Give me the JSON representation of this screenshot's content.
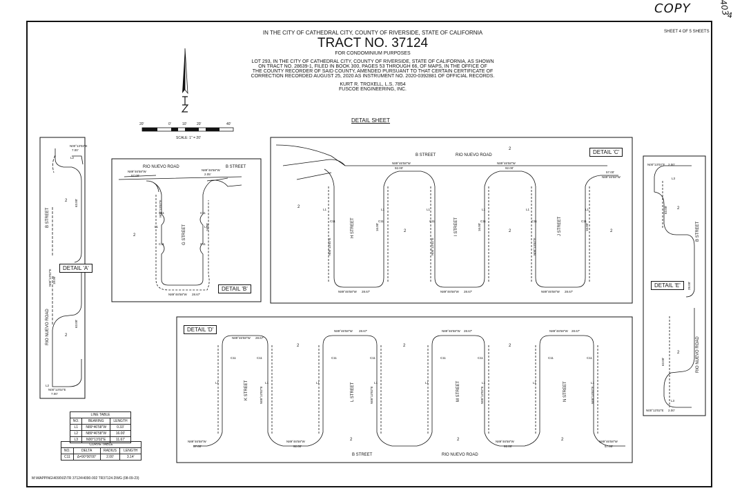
{
  "stamp": {
    "copy": "COPY",
    "sheet_no": "403",
    "sheet_sub": "4"
  },
  "header": {
    "city_line": "IN THE CITY OF CATHEDRAL CITY, COUNTY OF RIVERSIDE, STATE OF CALIFORNIA",
    "tract": "TRACT NO. 37124",
    "purpose": "FOR CONDOMINIUM PURPOSES",
    "desc1": "LOT 293, IN THE CITY OF CATHEDRAL CITY, COUNTY OF RIVERSIDE, STATE OF CALIFORNIA, AS SHOWN",
    "desc2": "ON TRACT NO. 28639-1, FILED IN BOOK 300, PAGES 53 THROUGH 66, OF MAPS, IN THE OFFICE OF",
    "desc3": "THE COUNTY RECORDER OF SAID COUNTY, AMENDED PURSUANT TO THAT CERTAIN CERTIFICATE OF",
    "desc4": "CORRECTION RECORDED AUGUST 25, 2020 AS INSTRUMENT NO. 2020-0392881 OF OFFICIAL RECORDS.",
    "surveyor": "KURT R. TROXELL, L.S. 7854",
    "firm": "FUSCOE ENGINEERING, INC.",
    "sheet": "SHEET 4 OF 5 SHEETS",
    "detail_sheet": "DETAIL SHEET"
  },
  "scale": {
    "t1": "20'",
    "t2": "0'",
    "t3": "10'",
    "t4": "20'",
    "t5": "40'",
    "label": "SCALE: 1\" = 20'"
  },
  "details": {
    "a": "DETAIL 'A'",
    "b": "DETAIL 'B'",
    "c": "DETAIL 'C'",
    "d": "DETAIL 'D'",
    "e": "DETAIL 'E'"
  },
  "streets": {
    "b": "B STREET",
    "rio": "RIO NUEVO ROAD",
    "g": "G STREET",
    "h": "H STREET",
    "i": "I STREET",
    "j": "J STREET",
    "k": "K STREET",
    "l": "L STREET",
    "m": "M STREET",
    "n": "N STREET"
  },
  "lot": "2",
  "bearings": {
    "b1": "N89°46'58\"W",
    "b2": "N00°13'02\"E",
    "d57": "57.00'",
    "d92": "92.00'",
    "d2867": "28.67'",
    "d700": "7.00'",
    "d200": "2.00'",
    "d205": "2.05'",
    "d6300": "63.00'",
    "d2800": "28.00'",
    "d1800": "18.00'",
    "d1600": "16.00'",
    "c11": "C11",
    "l1": "L1",
    "l2": "L2",
    "l3": "L3"
  },
  "line_table": {
    "title": "LINE TABLE",
    "headers": [
      "NO.",
      "BEARING",
      "LENGTH"
    ],
    "rows": [
      [
        "L1",
        "N89°46'58\"W",
        "0.33'"
      ],
      [
        "L2",
        "N89°46'58\"W",
        "16.00'"
      ],
      [
        "L3",
        "N00°13'02\"E",
        "11.67'"
      ]
    ]
  },
  "curve_table": {
    "title": "CURVE TABLE",
    "headers": [
      "NO.",
      "DELTA",
      "RADIUS",
      "LENGTH"
    ],
    "rows": [
      [
        "C11",
        "Δ=90°00'00\"",
        "2.00'",
        "3.14'"
      ]
    ]
  },
  "footer": {
    "path": "M:\\MAPPING\\4090\\02\\TR 37124\\4090-002 TR37124.DWG (08-09-23)"
  }
}
